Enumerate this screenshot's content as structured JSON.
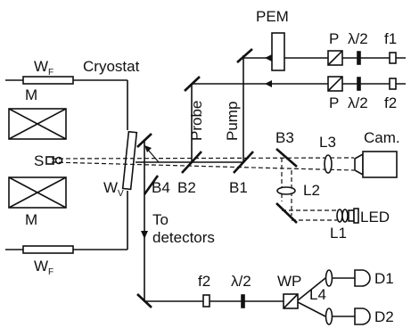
{
  "labels": {
    "pem": "PEM",
    "pol_top": "P",
    "pol_bottom": "P",
    "hwp_top": "λ/2",
    "hwp_mid": "λ/2",
    "hwp_det": "λ/2",
    "f1": "f1",
    "f2_top": "f2",
    "f2_det": "f2",
    "wf_top": "W",
    "wf_bottom": "W",
    "wf_sub": "F",
    "wv": "W",
    "wv_sub": "V",
    "cryostat": "Cryostat",
    "magnet_top": "M",
    "magnet_bottom": "M",
    "sample": "S",
    "probe": "Probe",
    "pump": "Pump",
    "b1": "B1",
    "b2": "B2",
    "b3": "B3",
    "b4": "B4",
    "l1": "L1",
    "l2": "L2",
    "l3": "L3",
    "l4": "L4",
    "cam": "Cam.",
    "led": "LED",
    "to": "To",
    "detectors": "detectors",
    "wp": "WP",
    "d1": "D1",
    "d2": "D2"
  },
  "colors": {
    "ink": "#111111",
    "beam": "#111111"
  }
}
